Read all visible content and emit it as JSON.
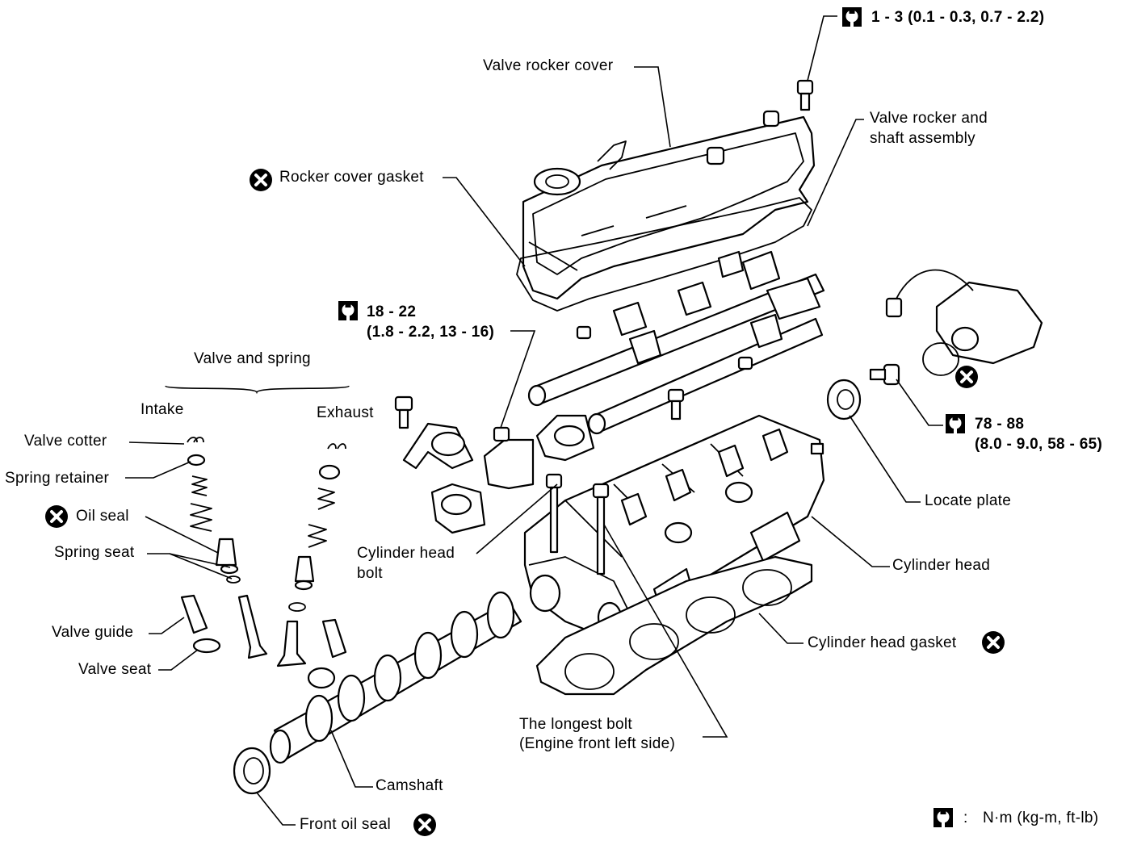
{
  "labels": {
    "valve_rocker_cover": "Valve rocker cover",
    "rocker_cover_gasket": "Rocker cover gasket",
    "valve_rocker_shaft_line1": "Valve rocker and",
    "valve_rocker_shaft_line2": "shaft assembly",
    "valve_and_spring": "Valve and spring",
    "intake": "Intake",
    "exhaust": "Exhaust",
    "valve_cotter": "Valve cotter",
    "spring_retainer": "Spring retainer",
    "oil_seal": "Oil seal",
    "spring_seat": "Spring seat",
    "valve_guide": "Valve guide",
    "valve_seat": "Valve seat",
    "cylinder_head_bolt_line1": "Cylinder head",
    "cylinder_head_bolt_line2": "bolt",
    "cylinder_head": "Cylinder head",
    "cylinder_head_gasket": "Cylinder head gasket",
    "locate_plate": "Locate plate",
    "longest_bolt_line1": "The longest bolt",
    "longest_bolt_line2": "(Engine front left side)",
    "camshaft": "Camshaft",
    "front_oil_seal": "Front oil seal"
  },
  "torques": {
    "cover_nut": "1 - 3 (0.1 - 0.3, 0.7 - 2.2)",
    "rocker_shaft_line1": "18 - 22",
    "rocker_shaft_line2": "(1.8 - 2.2, 13 - 16)",
    "cam_bolt_line1": "78 - 88",
    "cam_bolt_line2": "(8.0 - 9.0, 58 - 65)"
  },
  "legend": {
    "separator": ":",
    "units": "N·m (kg-m, ft-lb)"
  },
  "icons": {
    "torque": "torque-wrench-icon",
    "do_not_reuse": "do-not-reuse-icon"
  }
}
